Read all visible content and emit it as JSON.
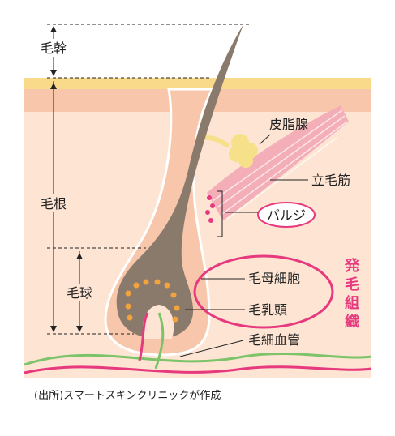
{
  "labels": {
    "shaft": "毛幹",
    "root": "毛根",
    "bulb": "毛球",
    "sebaceous_gland": "皮脂腺",
    "arrector_pili": "立毛筋",
    "bulge": "バルジ",
    "matrix_cell": "毛母細胞",
    "dermal_papilla": "毛乳頭",
    "capillary": "毛細血管",
    "follicle_tissue": "発毛組織"
  },
  "follicle_tissue_chars": [
    "発",
    "毛",
    "組",
    "織"
  ],
  "credit": "(出所)スマートスキンクリニックが作成",
  "colors": {
    "skin_surface": "#f9d98a",
    "epidermis": "#f8c7ab",
    "dermis": "#fde4d3",
    "hair": "#8a7a6c",
    "muscle": "#f3aeb8",
    "gland": "#f7e08a",
    "accent_pink": "#e6397e",
    "matrix_dots": "#f4a23c",
    "capillary_green": "#7cc36a"
  }
}
